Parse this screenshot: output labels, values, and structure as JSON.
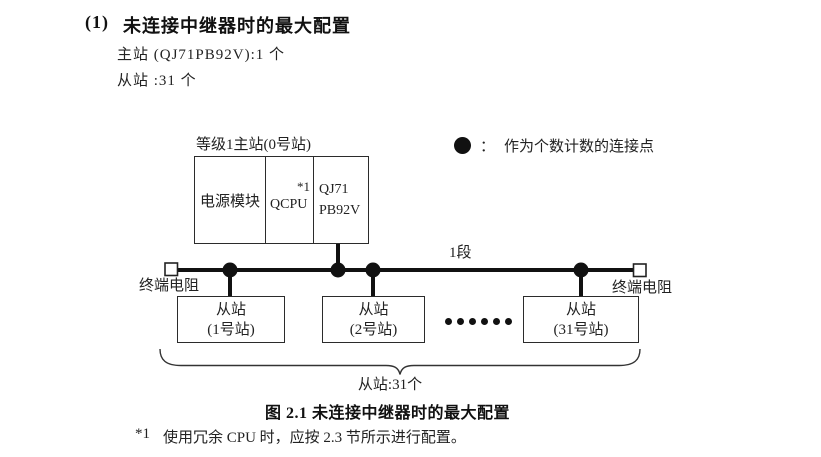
{
  "header": {
    "heading_number": "(1)",
    "heading_text": "未连接中继器时的最大配置",
    "master_count_line": "主站 (QJ71PB92V):1 个",
    "slave_count_line": "从站 :31 个"
  },
  "diagram": {
    "master_label": "等级1主站(0号站)",
    "master_cells": {
      "power": "电源模块",
      "cpu": "QCPU",
      "cpu_note": "*1",
      "pb_line1": "QJ71",
      "pb_line2": "PB92V"
    },
    "legend": {
      "separator": "：",
      "text": "作为个数计数的连接点"
    },
    "segment_label": "1段",
    "terminator_left": "终端电阻",
    "terminator_right": "终端电阻",
    "slaves": [
      {
        "line1": "从站",
        "line2": "(1号站)"
      },
      {
        "line1": "从站",
        "line2": "(2号站)"
      },
      {
        "line1": "从站",
        "line2": "(31号站)"
      }
    ],
    "brace_label": "从站:31个",
    "line_color": "#111111"
  },
  "caption": "图 2.1 未连接中继器时的最大配置",
  "footnote": {
    "marker": "*1",
    "text": "使用冗余 CPU 时，应按 2.3 节所示进行配置。"
  }
}
